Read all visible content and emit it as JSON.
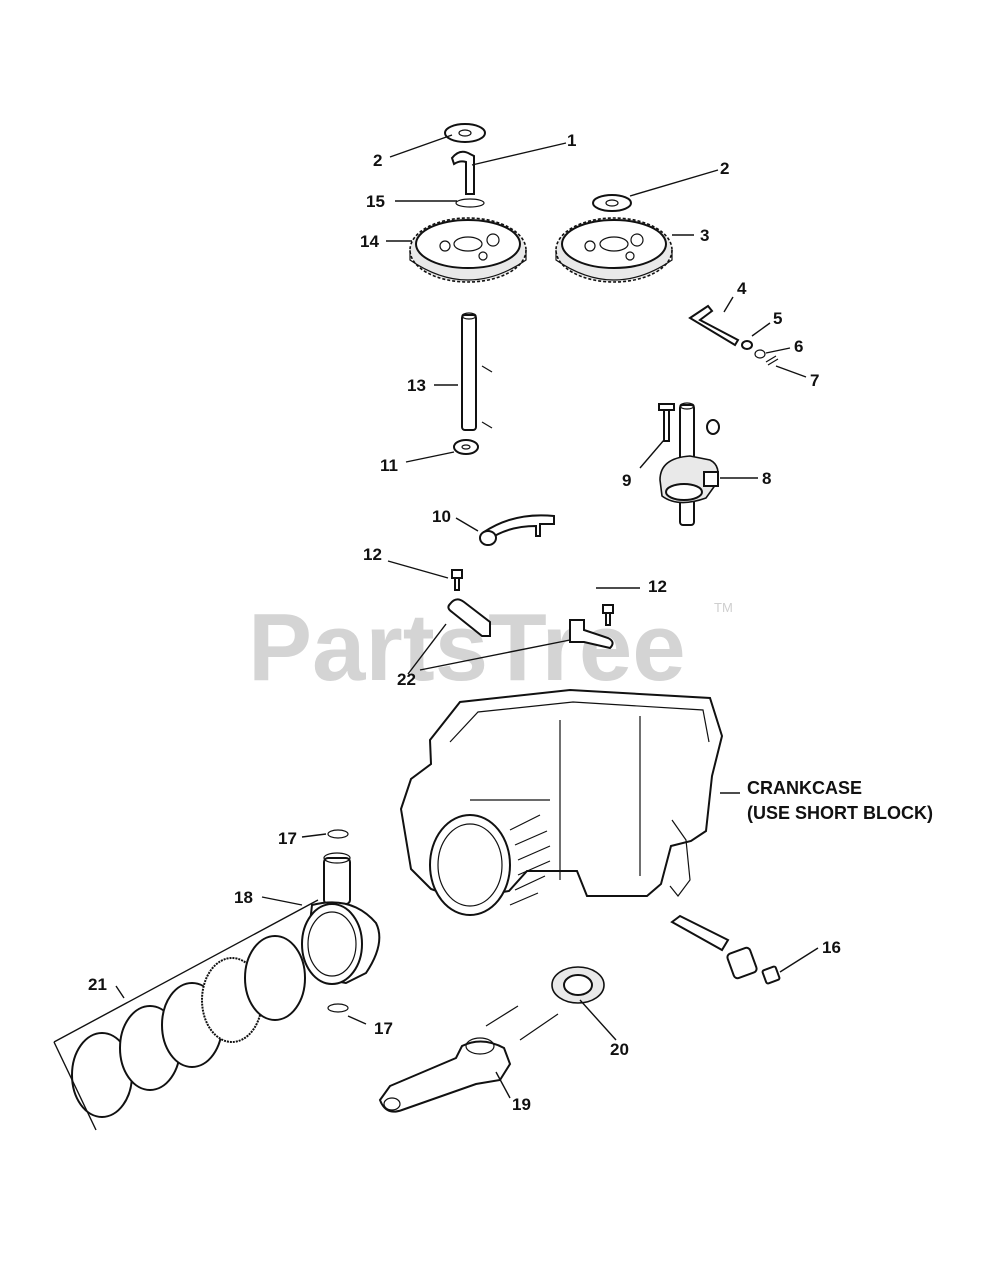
{
  "watermark": {
    "text": "PartsTree",
    "trademark": "TM"
  },
  "callouts": {
    "c1": "1",
    "c2a": "2",
    "c2b": "2",
    "c3": "3",
    "c4": "4",
    "c5": "5",
    "c6": "6",
    "c7": "7",
    "c8": "8",
    "c9": "9",
    "c10": "10",
    "c11": "11",
    "c12a": "12",
    "c12b": "12",
    "c13": "13",
    "c14": "14",
    "c15": "15",
    "c16": "16",
    "c17a": "17",
    "c17b": "17",
    "c18": "18",
    "c19": "19",
    "c20": "20",
    "c21": "21",
    "c22": "22"
  },
  "crankcase": {
    "line1": "CRANKCASE",
    "line2": "(USE SHORT BLOCK)"
  },
  "colors": {
    "ink": "#111111",
    "watermark": "#d4d4d4",
    "background": "#ffffff"
  }
}
